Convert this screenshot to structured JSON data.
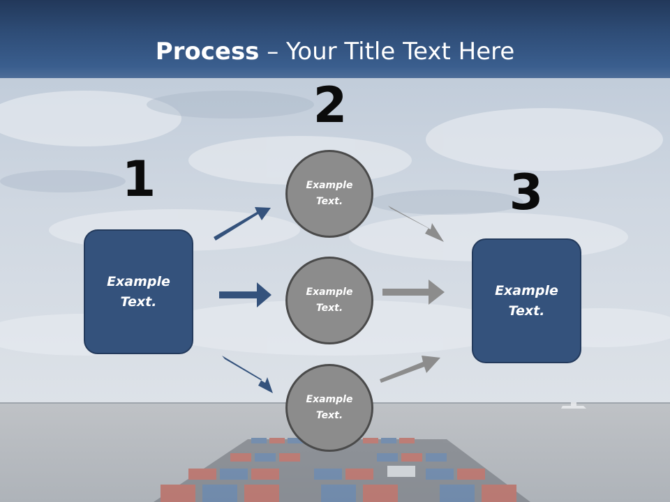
{
  "title": {
    "strong": "Process",
    "rest": " – Your Title Text Here"
  },
  "steps": [
    {
      "number": "1",
      "label": "Example Text."
    },
    {
      "number": "2",
      "label": "Example Text."
    },
    {
      "number": "3",
      "label": "Example Text."
    }
  ],
  "circles": [
    {
      "label": "Example Text."
    },
    {
      "label": "Example Text."
    },
    {
      "label": "Example Text."
    }
  ],
  "colors": {
    "box_fill": "#34527c",
    "blue_arrow": "#34527c",
    "gray_arrow": "#8c8c8c",
    "circle_fill": "#8c8c8c"
  }
}
